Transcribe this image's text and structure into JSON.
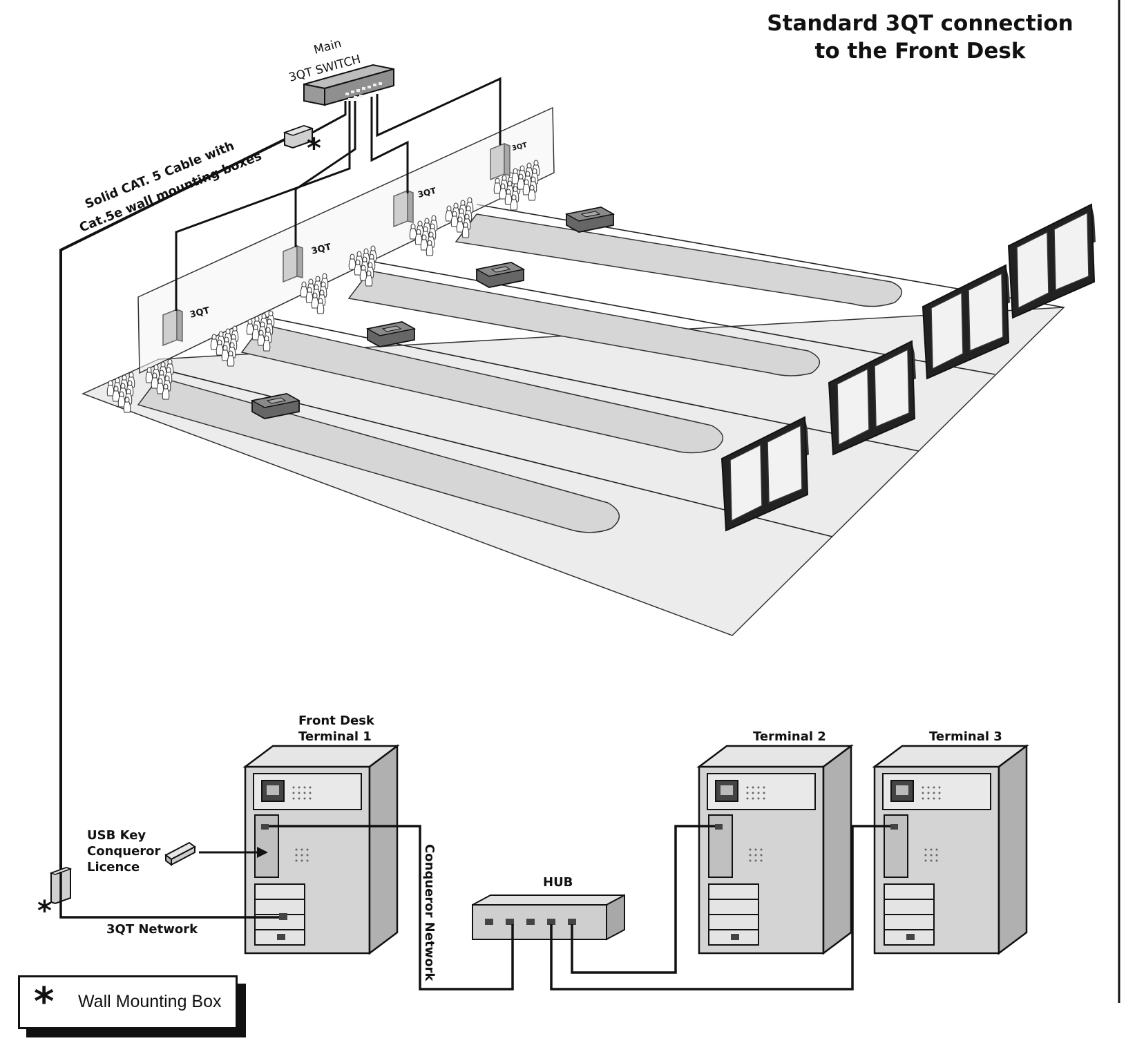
{
  "title": {
    "line1": "Standard 3QT connection",
    "line2": "to the Front Desk"
  },
  "labels": {
    "main_switch_line1": "Main",
    "main_switch_line2": "3QT SWITCH",
    "cable_line1": "Solid CAT. 5 Cable with",
    "cable_line2": "Cat.5e wall mounting boxes",
    "unit_3qt": "3QT",
    "front_desk_line1": "Front Desk",
    "front_desk_line2": "Terminal 1",
    "terminal2": "Terminal 2",
    "terminal3": "Terminal 3",
    "usb_line1": "USB Key",
    "usb_line2": "Conqueror",
    "usb_line3": "Licence",
    "network_3qt": "3QT Network",
    "conqueror_network": "Conqueror Network",
    "hub": "HUB",
    "asterisk": "*"
  },
  "legend": {
    "symbol": "*",
    "text": "Wall Mounting Box"
  },
  "colors": {
    "line": "#111111",
    "floor": "#ececec",
    "lane": "#d6d6d6",
    "device": "#c8c8c8",
    "device_dark": "#9a9a9a"
  },
  "icons": [
    "switch-icon",
    "wall-box-icon",
    "3qt-unit-icon",
    "bowling-pins-icon",
    "pinsetter-icon",
    "scoring-monitor-icon",
    "computer-tower-icon",
    "usb-key-icon",
    "hub-icon"
  ]
}
